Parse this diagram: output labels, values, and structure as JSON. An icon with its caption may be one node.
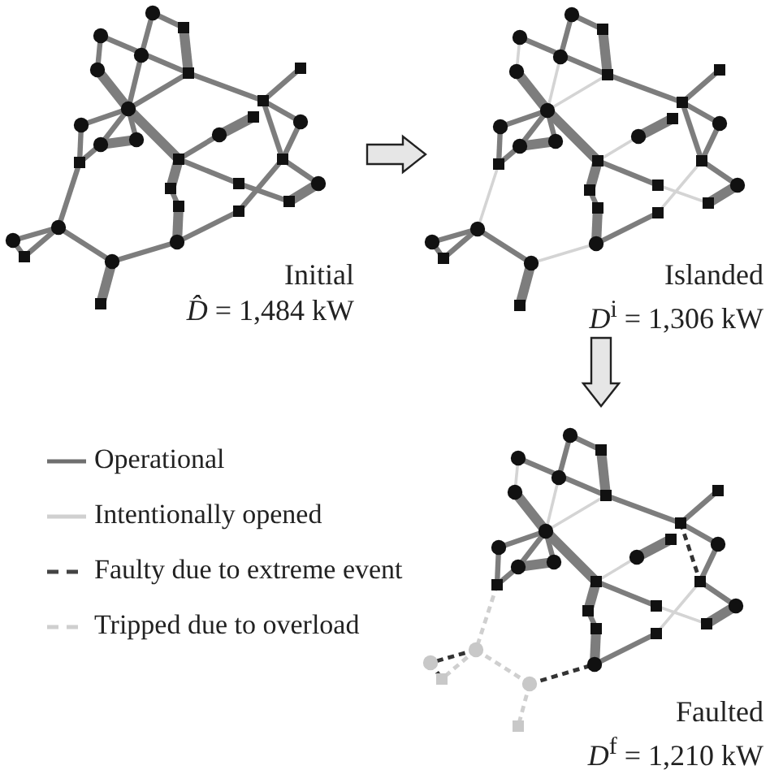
{
  "diagram": {
    "nodes": [
      {
        "text": [
          "Initial",
          "*D̂* = 1,484 kW"
        ]
      },
      {
        "text": [
          "Islanded",
          "*D*$^{i}$ = 1,306 kW"
        ]
      },
      {
        "text": [
          "Faulted",
          "*D*$^{f}$ = 1,210 kW"
        ]
      }
    ],
    "edges": [
      {
        "from": 0,
        "to": 1,
        "arrow": "to"
      },
      {
        "from": 1,
        "to": 2,
        "arrow": "to"
      }
    ],
    "legend": [
      {
        "text": "Operational"
      },
      {
        "text": "Intentionally opened"
      },
      {
        "text": "Faulty due to extreme event"
      },
      {
        "text": "Tripped due to overload"
      }
    ]
  }
}
